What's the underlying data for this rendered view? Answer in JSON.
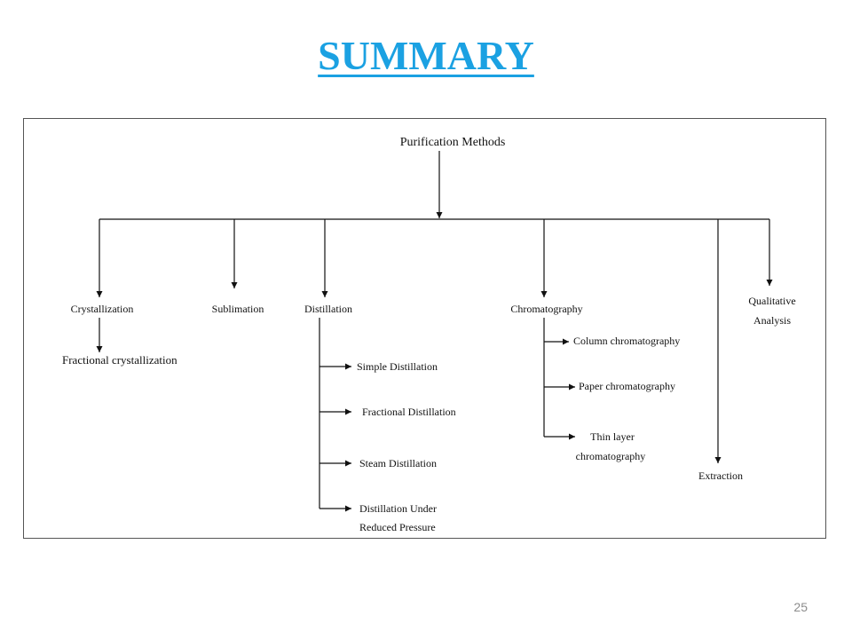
{
  "slide": {
    "title": "SUMMARY",
    "page_number": "25",
    "accent_color": "#1BA1E2",
    "page_number_color": "#8C8C8C"
  },
  "diagram": {
    "root": "Purification Methods",
    "branches": {
      "crystallization": "Crystallization",
      "sublimation": "Sublimation",
      "distillation": "Distillation",
      "chromatography": "Chromatography",
      "qualitative_analysis": [
        "Qualitative",
        "Analysis"
      ],
      "extraction": "Extraction"
    },
    "crystallization_sub": "Fractional crystallization",
    "distillation_sub": [
      "Simple Distillation",
      "Fractional Distillation",
      "Steam Distillation",
      [
        "Distillation Under",
        "Reduced Pressure"
      ]
    ],
    "chromatography_sub": [
      "Column chromatography",
      "Paper chromatography",
      [
        "Thin layer",
        "chromatography"
      ]
    ]
  }
}
